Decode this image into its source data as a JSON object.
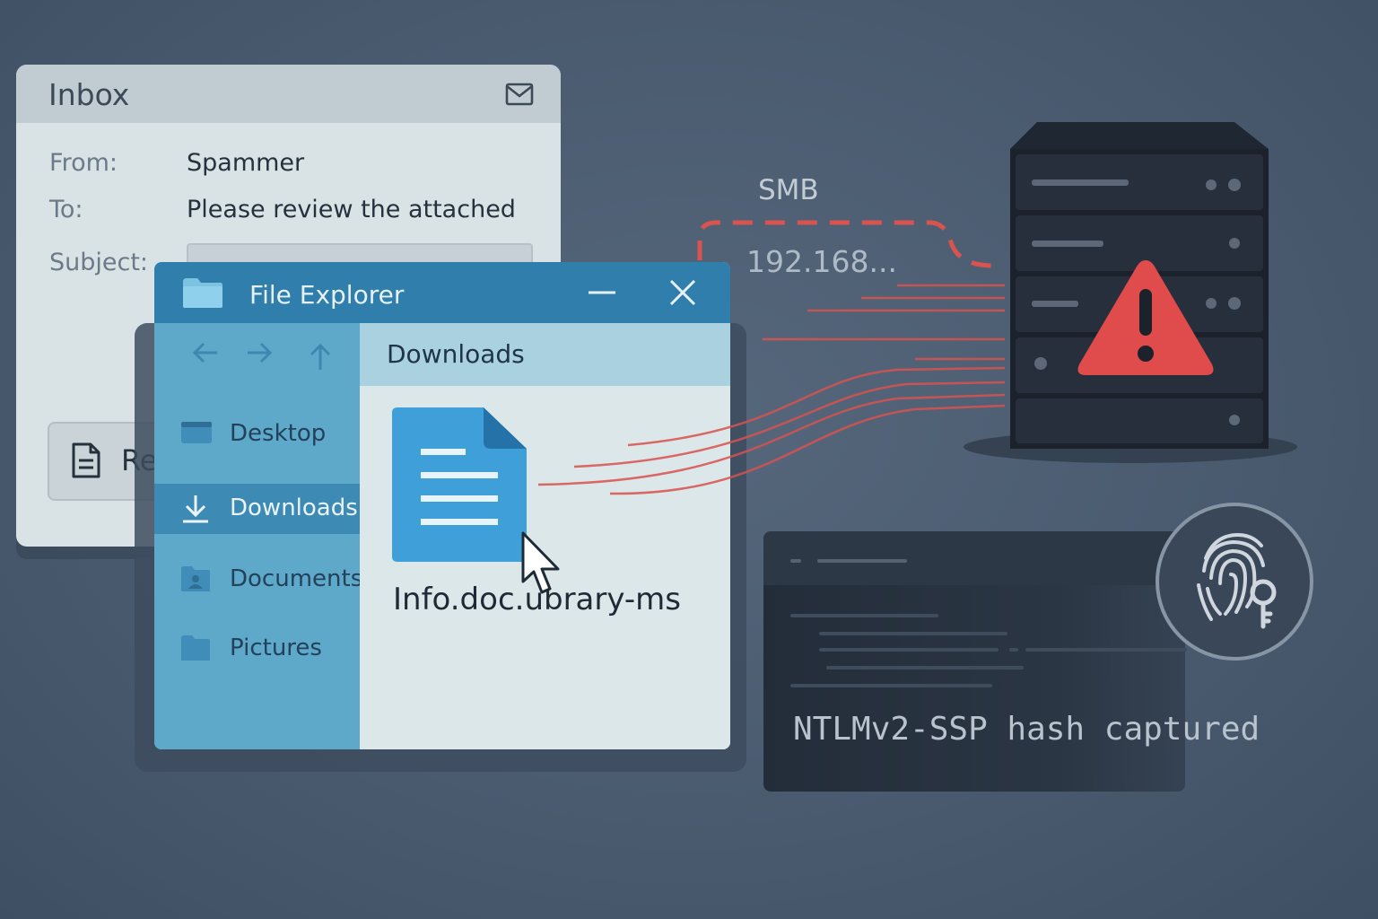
{
  "inbox": {
    "title": "Inbox",
    "icon": "mail-icon",
    "from_label": "From:",
    "from_value": "Spammer",
    "to_label": "To:",
    "to_value": "Please review the attached",
    "subject_label": "Subject:",
    "subject_value": "",
    "reply_button": {
      "label": "Re",
      "icon": "document-icon"
    }
  },
  "explorer": {
    "title": "File Explorer",
    "icon": "folder-icon",
    "nav_icons": [
      "back-arrow-icon",
      "forward-arrow-icon",
      "up-arrow-icon"
    ],
    "current_path": "Downloads",
    "sidebar": [
      {
        "label": "Desktop",
        "icon": "desktop-icon",
        "active": false
      },
      {
        "label": "Downloads",
        "icon": "download-icon",
        "active": true
      },
      {
        "label": "Documents",
        "icon": "documents-icon",
        "active": false
      },
      {
        "label": "Pictures",
        "icon": "folder-icon",
        "active": false
      }
    ],
    "file": {
      "name": "Info.doc.ubrary-ms",
      "icon": "document-file-icon"
    }
  },
  "network": {
    "protocol": "SMB",
    "address": "192.168..."
  },
  "server": {
    "icon": "warning-icon"
  },
  "terminal": {
    "message": "NTLMv2-SSP hash captured",
    "badge_icon": "fingerprint-key-icon"
  },
  "colors": {
    "background": "#4a5b70",
    "explorer_title": "#2f7eab",
    "sidebar": "#5ea9c9",
    "warning": "#e04b4b",
    "server": "#262f3b",
    "flow_lines": "#d9534f"
  }
}
